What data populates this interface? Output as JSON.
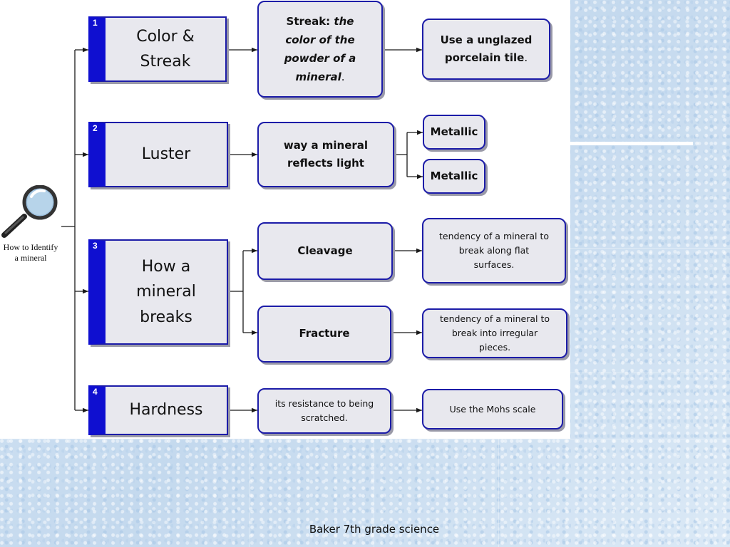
{
  "root": {
    "label_line1": "How to Identify",
    "label_line2": "a mineral",
    "icon": "magnifying-glass-icon"
  },
  "categories": [
    {
      "number": "1",
      "label_line1": "Color &",
      "label_line2": "Streak"
    },
    {
      "number": "2",
      "label": "Luster"
    },
    {
      "number": "3",
      "label_line1": "How a",
      "label_line2": "mineral",
      "label_line3": "breaks"
    },
    {
      "number": "4",
      "label": "Hardness"
    }
  ],
  "nodes": {
    "streak_term": "Streak:",
    "streak_def_1": "the",
    "streak_def_2": "color of the",
    "streak_def_3": "powder of a",
    "streak_def_4": "mineral",
    "streak_period": ".",
    "porcelain_1": "Use a unglazed",
    "porcelain_2": "porcelain tile",
    "porcelain_period": ".",
    "luster_def_1": "way a mineral",
    "luster_def_2": "reflects light",
    "metallic_a": "Metallic",
    "metallic_b": "Metallic",
    "cleavage": "Cleavage",
    "cleavage_def_1": "tendency of a mineral to",
    "cleavage_def_2": "break along flat",
    "cleavage_def_3": "surfaces.",
    "fracture": "Fracture",
    "fracture_def_1": "tendency of a mineral to",
    "fracture_def_2": "break into irregular",
    "fracture_def_3": "pieces.",
    "hardness_def_1": "its resistance to being",
    "hardness_def_2": "scratched.",
    "mohs": "Use the Mohs scale"
  },
  "footer": "Baker 7th grade science",
  "colors": {
    "accent": "#0f0fd0",
    "border": "#1c1ca8",
    "node_fill": "#e8e8ee",
    "connector": "#1a1a1a"
  }
}
